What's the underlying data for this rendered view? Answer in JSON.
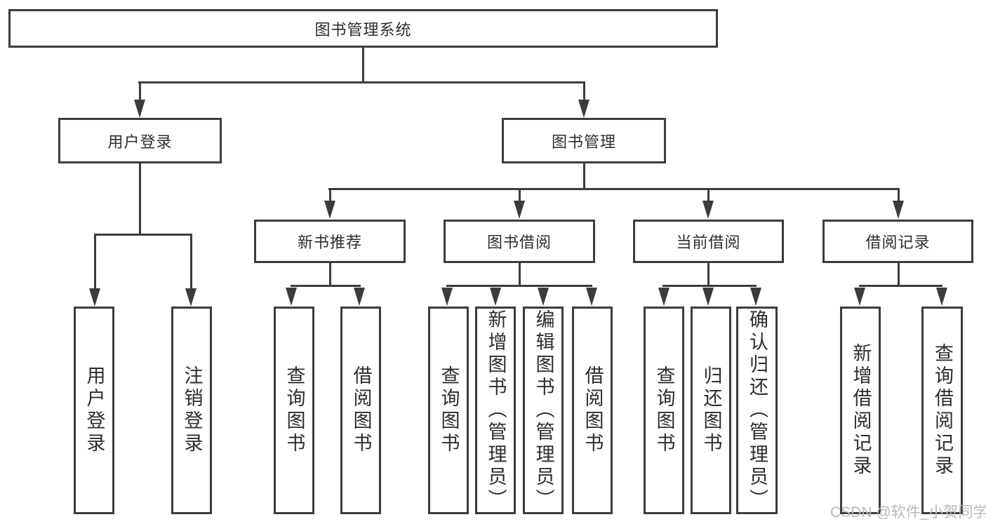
{
  "diagram": {
    "title": "图书管理系统",
    "colors": {
      "line": "#3c3c3c",
      "text": "#2d2d2d",
      "watermark": "#b9b9bd",
      "background": "#ffffff"
    },
    "tree": {
      "root": {
        "label": "图书管理系统"
      },
      "level1": [
        {
          "label": "用户登录"
        },
        {
          "label": "图书管理"
        }
      ],
      "level2": [
        {
          "label": "新书推荐"
        },
        {
          "label": "图书借阅"
        },
        {
          "label": "当前借阅"
        },
        {
          "label": "借阅记录"
        }
      ],
      "leaves": {
        "user_login": [
          "用户登录",
          "注销登录"
        ],
        "new_book": [
          "查询图书",
          "借阅图书"
        ],
        "book_borrow": [
          "查询图书",
          "新增图书（管理员）",
          "编辑图书（管理员）",
          "借阅图书"
        ],
        "current_borrow": [
          "查询图书",
          "归还图书",
          "确认归还（管理员）"
        ],
        "borrow_record": [
          "新增借阅记录",
          "查询借阅记录"
        ]
      }
    },
    "watermark": "CSDN @软件_小贺同学"
  }
}
